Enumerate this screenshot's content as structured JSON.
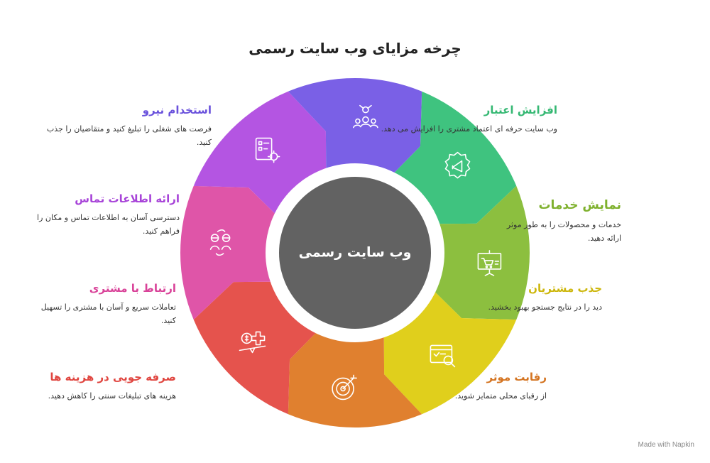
{
  "title": "چرخه مزایای وب سایت رسمی",
  "center_label": "وب سایت رسمی",
  "segments": [
    {
      "title": "افزایش اعتبار",
      "desc": "وب سایت حرفه ای اعتماد مشتری را افزایش می دهد.",
      "color": "#3fc37f",
      "icon": "badge-megaphone-icon"
    },
    {
      "title": "نمایش خدمات",
      "desc": "خدمات و محصولات را به طور موثر ارائه دهید.",
      "color": "#8cbf3f",
      "icon": "presentation-cart-icon"
    },
    {
      "title": "جذب مشتریان",
      "desc": "دید را در نتایج جستجو بهبود بخشید.",
      "color": "#e0cf1c",
      "icon": "browser-search-icon"
    },
    {
      "title": "رقابت موثر",
      "desc": "از رقبای محلی متمایز شوید.",
      "color": "#e0802f",
      "icon": "target-arrow-icon"
    },
    {
      "title": "صرفه جویی در هزینه ها",
      "desc": "هزینه های تبلیغات سنتی را کاهش دهید.",
      "color": "#e5534d",
      "icon": "dollar-scale-icon"
    },
    {
      "title": "ارتباط با مشتری",
      "desc": "تعاملات سریع و آسان با مشتری را تسهیل کنید.",
      "color": "#df55a8",
      "icon": "people-exchange-icon"
    },
    {
      "title": "ارائه اطلاعات تماس",
      "desc": "دسترسی آسان به اطلاعات تماس و مکان را فراهم کنید.",
      "color": "#b455e2",
      "icon": "contact-list-gear-icon"
    },
    {
      "title": "استخدام نیرو",
      "desc": "فرصت های شغلی را تبلیغ کنید و متقاضیان را جذب کنید.",
      "color": "#7a60e6",
      "icon": "team-network-icon"
    }
  ],
  "watermark": "Made with Napkin"
}
